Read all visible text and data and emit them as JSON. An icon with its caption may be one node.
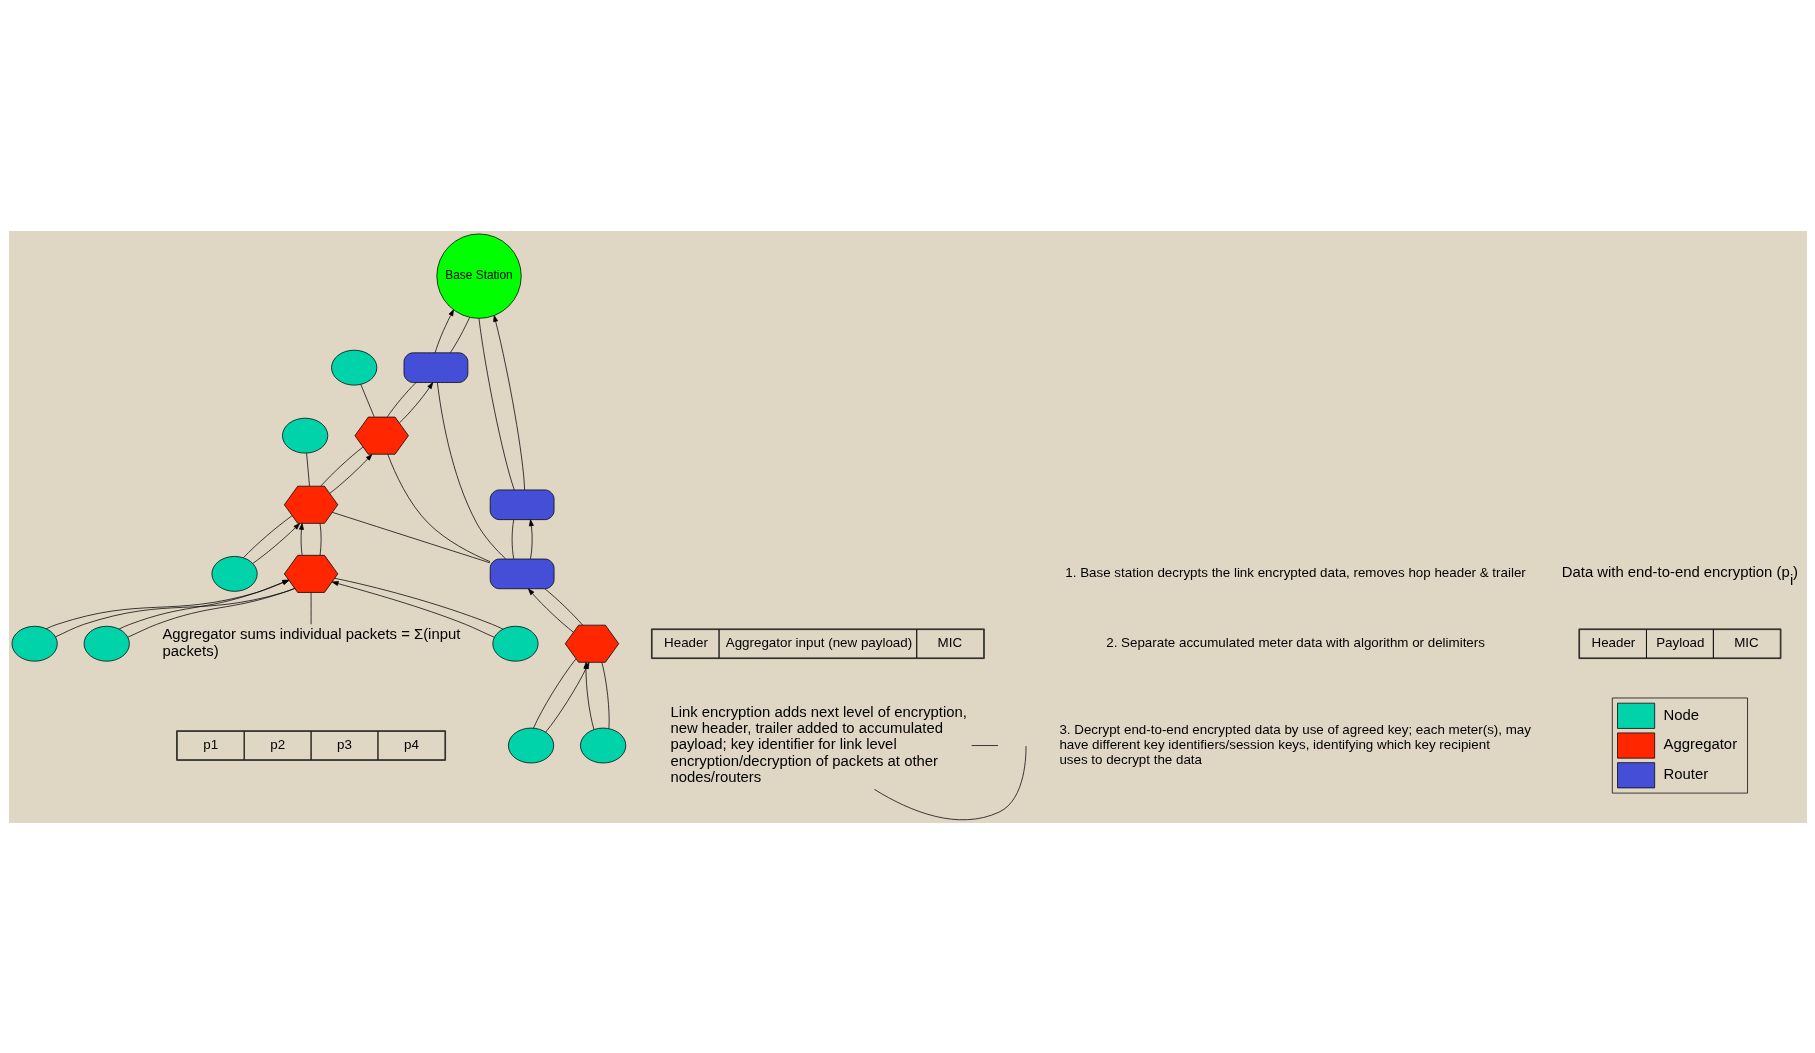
{
  "diagram": {
    "nodes": [
      {
        "text": [
          "Base Station"
        ]
      },
      {
        "text": [],
        "shape": "box"
      },
      {
        "text": [],
        "shape": "box"
      },
      {
        "text": [],
        "shape": "box"
      },
      {
        "text": [],
        "shape": "hexagon"
      },
      {
        "text": [],
        "shape": "hexagon"
      },
      {
        "text": [],
        "shape": "hexagon"
      },
      {
        "text": [],
        "shape": "hexagon"
      },
      {
        "text": [],
        "shape": "ellipse"
      },
      {
        "text": [],
        "shape": "ellipse"
      },
      {
        "text": [],
        "shape": "ellipse"
      },
      {
        "text": [],
        "shape": "ellipse"
      },
      {
        "text": [],
        "shape": "ellipse"
      },
      {
        "text": [],
        "shape": "ellipse"
      },
      {
        "text": [],
        "shape": "ellipse"
      },
      {
        "text": [],
        "shape": "ellipse"
      },
      {
        "text": [
          "Link encryption adds next level of encryption, new header, trailer added to accumulated payload; key identifier for link level encryption/decryption of packets at other nodes/routers"
        ]
      },
      {
        "text": [
          "Aggregator sums individual packets = Σ(input packets)"
        ]
      }
    ],
    "edges": [
      {
        "from": 1,
        "to": 0,
        "arrow": "none"
      },
      {
        "from": 1,
        "to": 0,
        "arrow": "to"
      },
      {
        "from": 2,
        "to": 0,
        "arrow": "to"
      },
      {
        "from": 2,
        "to": 0,
        "arrow": "none"
      },
      {
        "from": 3,
        "to": 1,
        "arrow": "none"
      },
      {
        "from": 3,
        "to": 1,
        "arrow": "to"
      },
      {
        "from": 3,
        "to": 2,
        "arrow": "none"
      },
      {
        "from": 3,
        "to": 4,
        "arrow": "none"
      },
      {
        "from": 3,
        "to": 5,
        "arrow": "none"
      },
      {
        "from": 4,
        "to": 2,
        "arrow": "none"
      },
      {
        "from": 4,
        "to": 2,
        "arrow": "to"
      },
      {
        "from": 4,
        "to": 8,
        "arrow": "none"
      },
      {
        "from": 5,
        "to": 4,
        "arrow": "none"
      },
      {
        "from": 5,
        "to": 4,
        "arrow": "to"
      },
      {
        "from": 5,
        "to": 10,
        "arrow": "none"
      },
      {
        "from": 6,
        "to": 3,
        "arrow": "to"
      },
      {
        "from": 6,
        "to": 3,
        "arrow": "none"
      },
      {
        "from": 9,
        "to": 6,
        "arrow": "to"
      },
      {
        "from": 9,
        "to": 6,
        "arrow": "none"
      },
      {
        "from": 11,
        "to": 6,
        "arrow": "none"
      },
      {
        "from": 11,
        "to": 6,
        "arrow": "to"
      },
      {
        "from": 12,
        "to": 5,
        "arrow": "none"
      },
      {
        "from": 12,
        "to": 5,
        "arrow": "to"
      },
      {
        "from": 7,
        "to": 5,
        "arrow": "to"
      },
      {
        "from": 7,
        "to": 5,
        "arrow": "none"
      },
      {
        "from": 13,
        "to": 7,
        "arrow": "to"
      },
      {
        "from": 13,
        "to": 7,
        "arrow": "none"
      },
      {
        "from": 14,
        "to": 7,
        "arrow": "to"
      },
      {
        "from": 14,
        "to": 7,
        "arrow": "none"
      },
      {
        "from": 15,
        "to": 7,
        "arrow": "to"
      },
      {
        "from": 15,
        "to": 7,
        "arrow": "none"
      },
      {
        "from": 16,
        "to": null,
        "arrow": "none"
      },
      {
        "from": 16,
        "to": null,
        "arrow": "none"
      },
      {
        "from": 17,
        "to": 7,
        "arrow": "none"
      }
    ],
    "labels": [
      "1. Base station decrypts the link encrypted data, removes hop header & trailer",
      "2. Separate accumulated meter data with algorithm or delimiters",
      "3. Decrypt end-to-end encrypted data by use of agreed key; each meter(s), may have different key identifiers/session keys, identifying which key recipient uses to decrypt the data",
      "Header",
      "Aggregator input (new payload)",
      "MIC",
      "p1",
      "p2",
      "p3",
      "p4",
      "Data with end-to-end encryption (p$_{i}$)",
      "Header",
      "Payload",
      "MIC"
    ],
    "legend": [
      {
        "text": "Node",
        "color": "#00d2aa"
      },
      {
        "text": "Aggregator",
        "color": "#ff2600"
      },
      {
        "text": "Router",
        "color": "#444ed6"
      }
    ]
  }
}
